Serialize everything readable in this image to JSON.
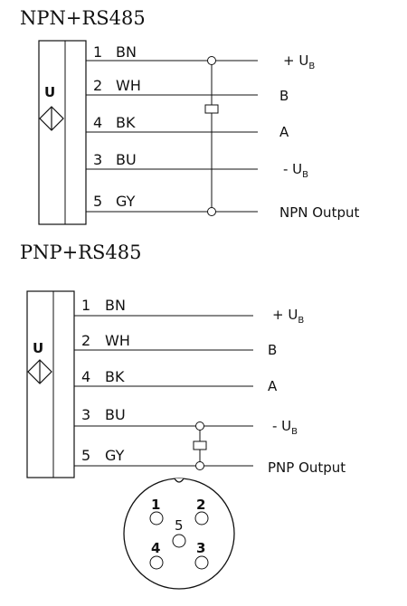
{
  "diagrams": [
    {
      "title": "NPN+RS485",
      "sensor_label": "U",
      "pins": [
        {
          "number": "1",
          "color": "BN",
          "signal": "+ U",
          "signal_sub": "B"
        },
        {
          "number": "2",
          "color": "WH",
          "signal": "B",
          "signal_sub": ""
        },
        {
          "number": "4",
          "color": "BK",
          "signal": "A",
          "signal_sub": ""
        },
        {
          "number": "3",
          "color": "BU",
          "signal": "- U",
          "signal_sub": "B"
        },
        {
          "number": "5",
          "color": "GY",
          "signal": "NPN Output",
          "signal_sub": ""
        }
      ]
    },
    {
      "title": "PNP+RS485",
      "sensor_label": "U",
      "pins": [
        {
          "number": "1",
          "color": "BN",
          "signal": "+ U",
          "signal_sub": "B"
        },
        {
          "number": "2",
          "color": "WH",
          "signal": "B",
          "signal_sub": ""
        },
        {
          "number": "4",
          "color": "BK",
          "signal": "A",
          "signal_sub": ""
        },
        {
          "number": "3",
          "color": "BU",
          "signal": "- U",
          "signal_sub": "B"
        },
        {
          "number": "5",
          "color": "GY",
          "signal": "PNP Output",
          "signal_sub": ""
        }
      ]
    }
  ],
  "connector": {
    "pins": [
      "1",
      "2",
      "5",
      "4",
      "3"
    ]
  }
}
